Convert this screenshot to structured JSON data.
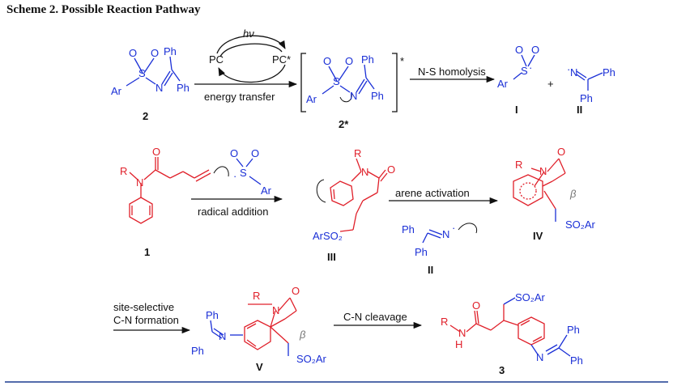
{
  "title": "Scheme 2. Possible Reaction Pathway",
  "labels": {
    "ar": "Ar",
    "ph": "Ph",
    "s": "S",
    "n": "N",
    "o": "O",
    "r": "R",
    "h": "H",
    "pc": "PC",
    "pc_star": "PC*",
    "hv": "hν",
    "star": "*",
    "plus": "+",
    "dot": "·",
    "beta": "β",
    "so2ar": "SO₂Ar",
    "arso2": "ArSO₂",
    "sub_2": "2",
    "energy_transfer": "energy transfer",
    "ns_homolysis": "N-S homolysis",
    "radical_addition": "radical addition",
    "arene_activation": "arene activation",
    "site_selective": "site-selective",
    "cn_formation": "C-N formation",
    "cn_cleavage": "C-N cleavage"
  },
  "compounds": {
    "c2": "2",
    "c2star": "2*",
    "cI": "I",
    "cII": "II",
    "c1": "1",
    "cIII": "III",
    "cIV": "IV",
    "cII_b": "II",
    "cV": "V",
    "c3": "3"
  },
  "colors": {
    "blue": "#1a2fd6",
    "red": "#e0202a",
    "black": "#111111",
    "rule": "#1a3b8f"
  }
}
